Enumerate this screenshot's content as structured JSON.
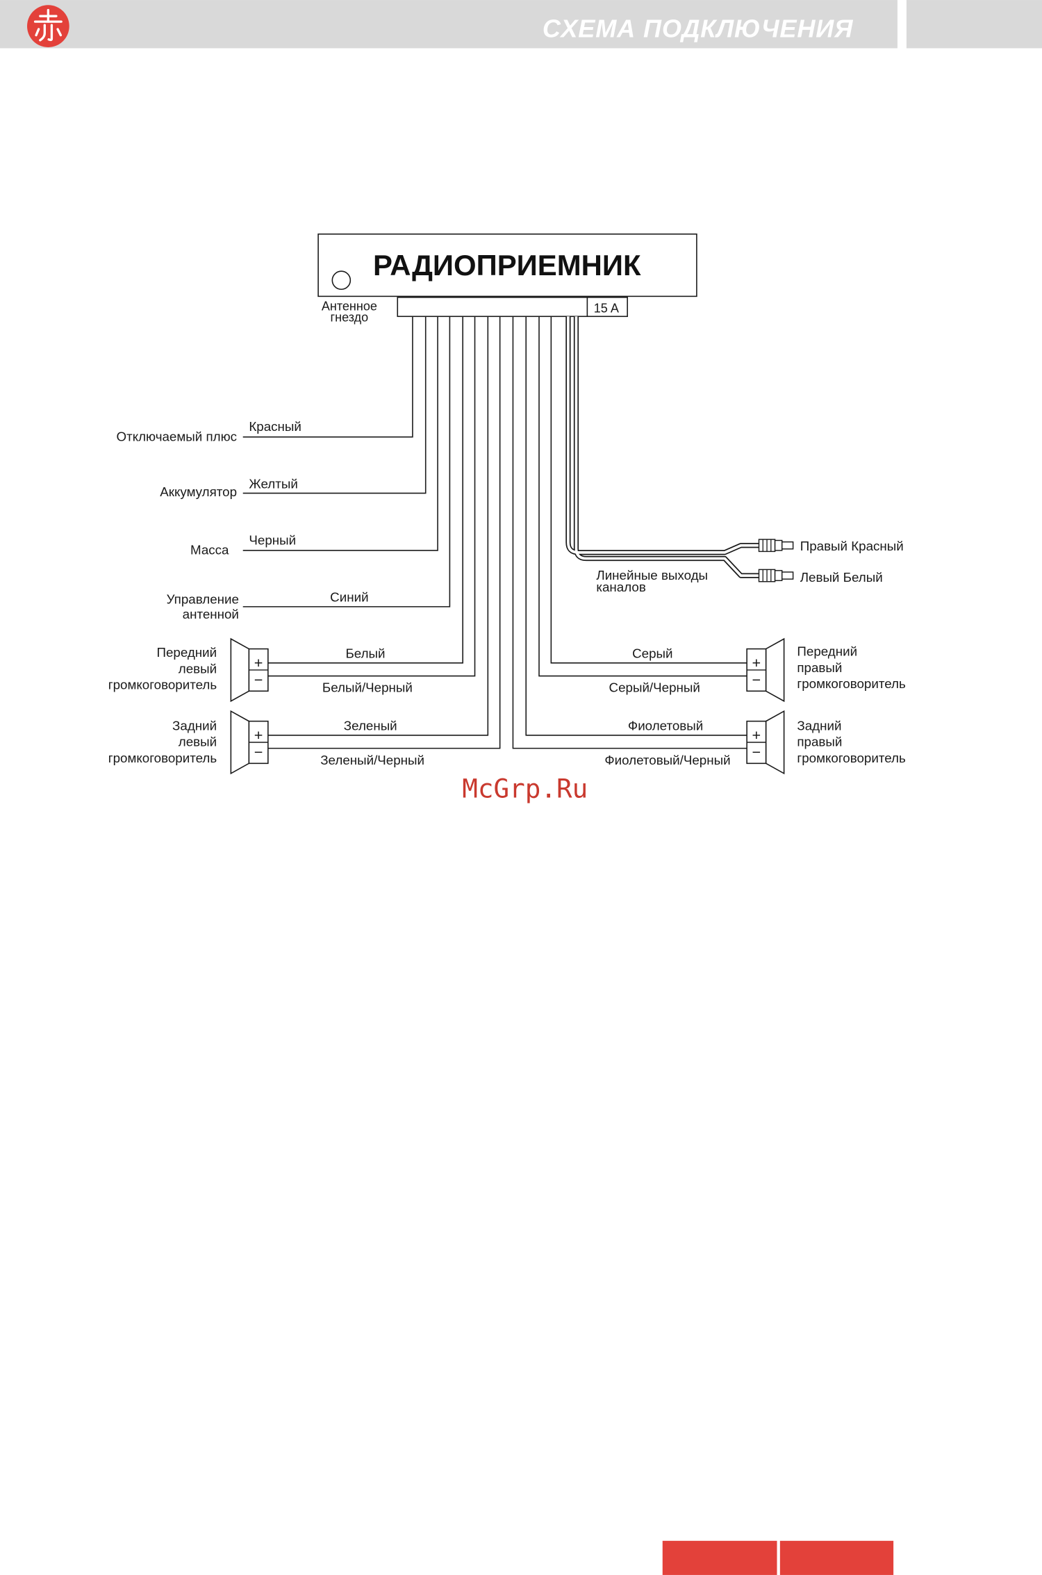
{
  "header": {
    "title": "СХЕМА ПОДКЛЮЧЕНИЯ",
    "logo_glyph": "赤"
  },
  "diagram": {
    "head_unit": {
      "label": "РАДИОПРИЕМНИК",
      "antenna_socket": [
        "Антенное",
        "гнездо"
      ],
      "fuse": "15 A"
    },
    "power_wires": [
      {
        "function": [
          "Отключаемый плюс"
        ],
        "wire_color": "Красный"
      },
      {
        "function": [
          "Аккумулятор"
        ],
        "wire_color": "Желтый"
      },
      {
        "function": [
          "Масса"
        ],
        "wire_color": "Черный"
      },
      {
        "function": [
          "Управление",
          "антенной"
        ],
        "wire_color": "Синий"
      }
    ],
    "speakers": [
      {
        "label": [
          "Передний",
          "левый",
          "громкоговоритель"
        ],
        "plus_wire": "Белый",
        "minus_wire": "Белый/Черный"
      },
      {
        "label": [
          "Задний",
          "левый",
          "громкоговоритель"
        ],
        "plus_wire": "Зеленый",
        "minus_wire": "Зеленый/Черный"
      },
      {
        "label": [
          "Передний",
          "правый",
          "громкоговоритель"
        ],
        "plus_wire": "Серый",
        "minus_wire": "Серый/Черный"
      },
      {
        "label": [
          "Задний",
          "правый",
          "громкоговоритель"
        ],
        "plus_wire": "Фиолетовый",
        "minus_wire": "Фиолетовый/Черный"
      }
    ],
    "terminal_signs": {
      "plus": "+",
      "minus": "−"
    },
    "line_outputs": {
      "label": [
        "Линейные выходы",
        "каналов"
      ],
      "right": "Правый Красный",
      "left": "Левый Белый"
    }
  },
  "watermark": "McGrp.Ru",
  "colors": {
    "accent_red": "#e3413a",
    "header_gray": "#d9d9d9",
    "line": "#1a1a1a",
    "watermark": "#c9392e"
  }
}
